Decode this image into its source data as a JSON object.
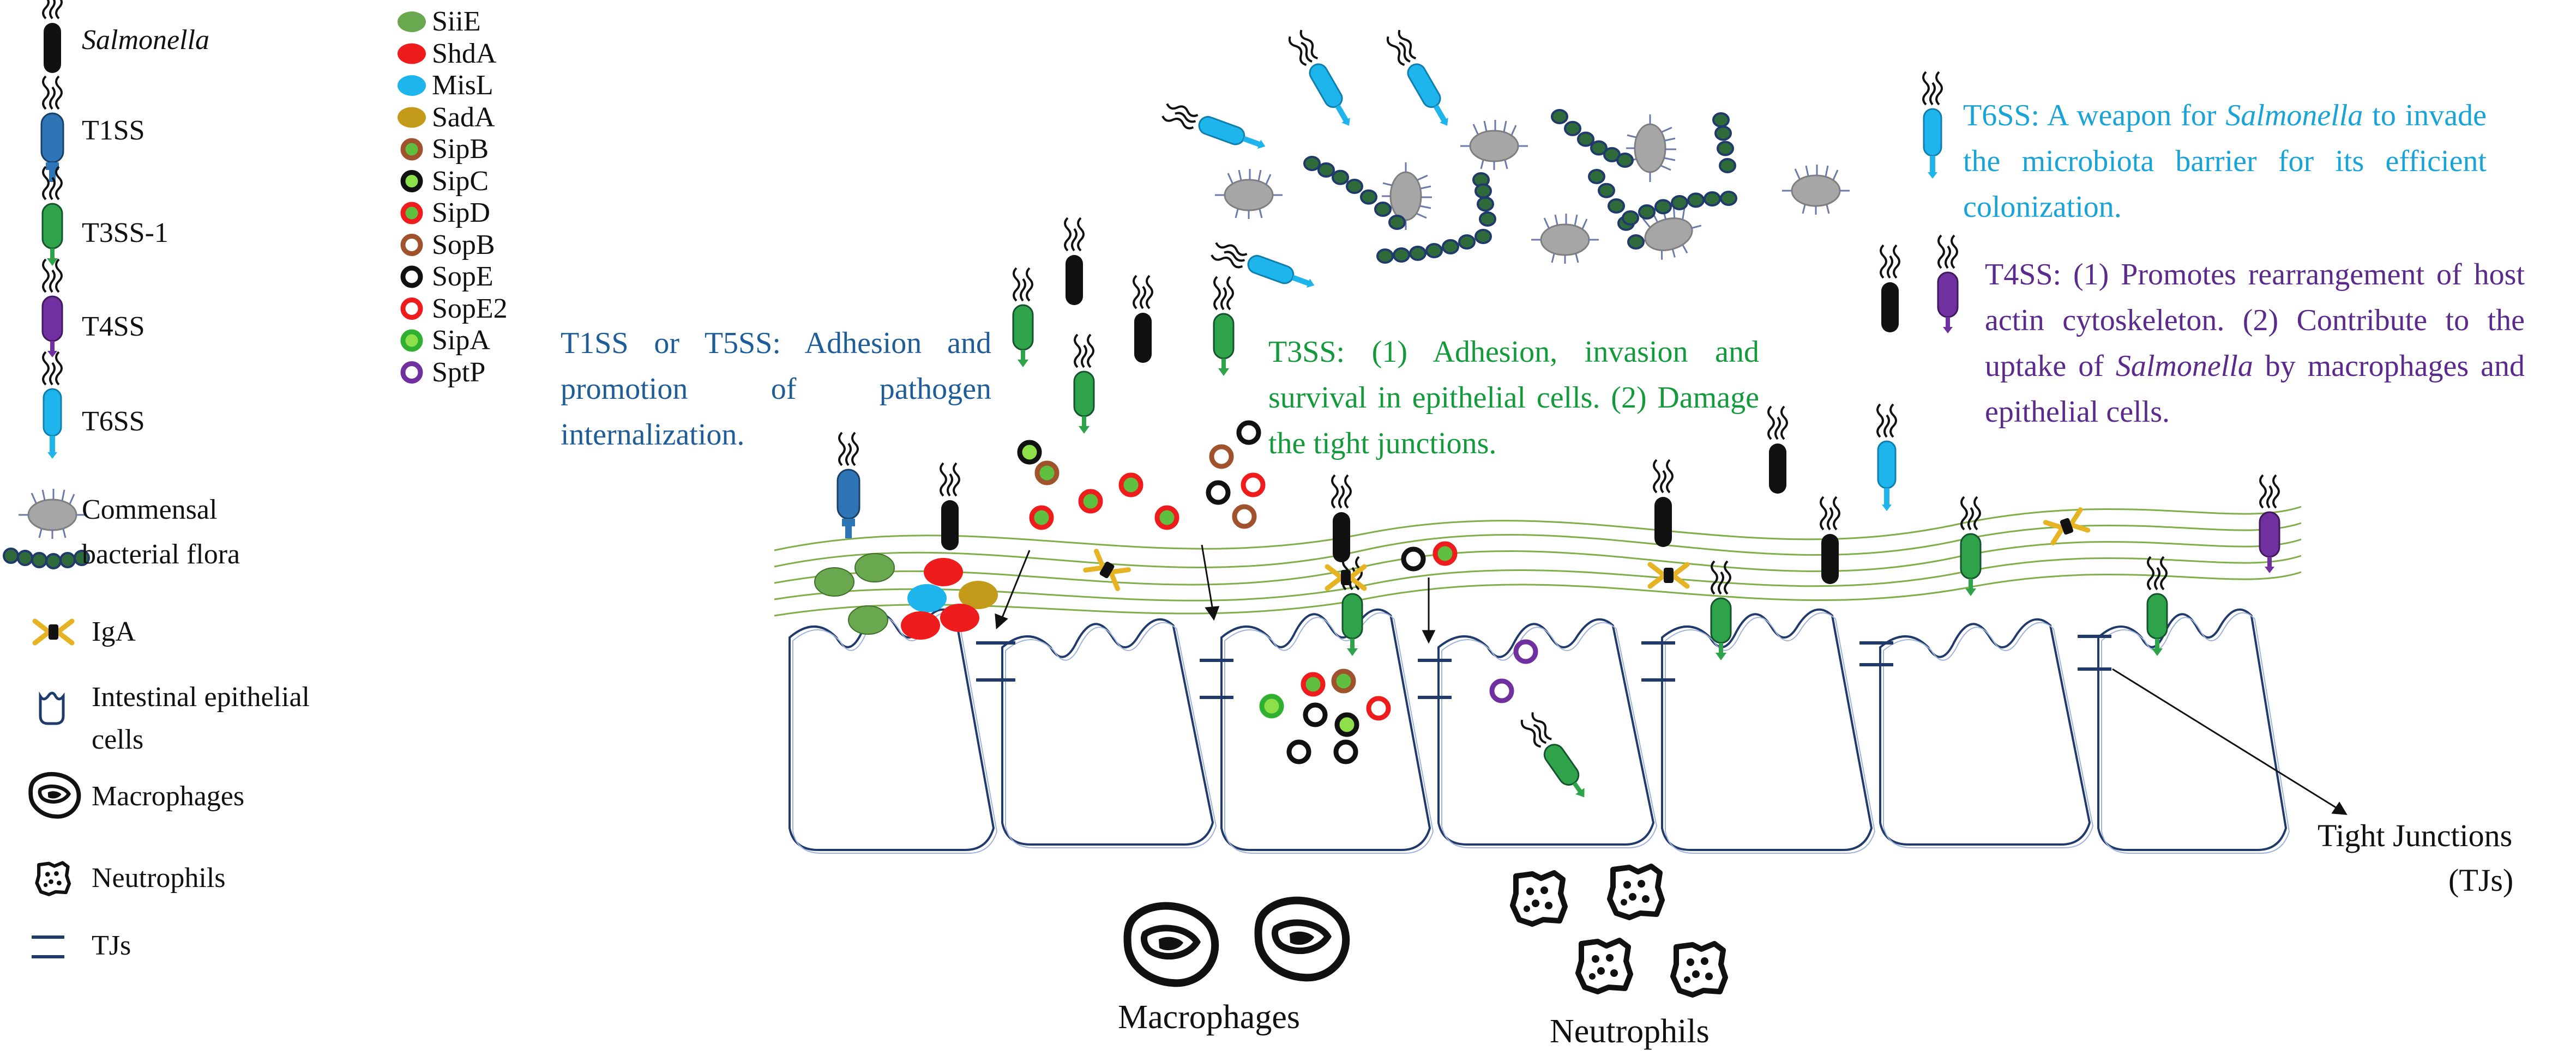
{
  "legend_left": {
    "salmonella": "Salmonella",
    "t1ss": "T1SS",
    "t3ss1": "T3SS-1",
    "t4ss": "T4SS",
    "t6ss": "T6SS",
    "commensal_1": "Commensal",
    "commensal_2": "bacterial flora",
    "iga": "IgA",
    "iec_1": "Intestinal epithelial",
    "iec_2": "cells",
    "macrophages": "Macrophages",
    "neutrophils": "Neutrophils",
    "tjs": "TJs"
  },
  "legend_proteins": [
    {
      "label": "SiiE",
      "color": "#6aa84f",
      "style": "solid"
    },
    {
      "label": "ShdA",
      "color": "#ee1c1c",
      "style": "solid"
    },
    {
      "label": "MisL",
      "color": "#1eb4ec",
      "style": "solid"
    },
    {
      "label": "SadA",
      "color": "#c49a1a",
      "style": "solid"
    },
    {
      "label": "SipB",
      "color": "#a0522d",
      "style": "ring",
      "inner": "#5fbf3f"
    },
    {
      "label": "SipC",
      "color": "#111111",
      "style": "ring",
      "inner": "#8ee04a"
    },
    {
      "label": "SipD",
      "color": "#ee1c1c",
      "style": "ring",
      "inner": "#5fbf3f"
    },
    {
      "label": "SopB",
      "color": "#a0522d",
      "style": "ring",
      "inner": "#ffffff"
    },
    {
      "label": "SopE",
      "color": "#111111",
      "style": "ring",
      "inner": "#ffffff"
    },
    {
      "label": "SopE2",
      "color": "#ee1c1c",
      "style": "ring",
      "inner": "#ffffff"
    },
    {
      "label": "SipA",
      "color": "#30b030",
      "style": "ring",
      "inner": "#8ee04a"
    },
    {
      "label": "SptP",
      "color": "#7030a0",
      "style": "ring",
      "inner": "#ffffff"
    }
  ],
  "annotations": {
    "t1ss_t5ss": "T1SS or T5SS: Adhesion and promotion of pathogen internalization.",
    "t3ss": "T3SS: (1) Adhesion, invasion and survival in epithelial cells. (2) Damage the tight junctions.",
    "t6ss_prefix": "T6SS: A weapon for ",
    "t6ss_italic": "Salmonella",
    "t6ss_suffix": " to invade the microbiota barrier for its efficient colonization.",
    "t4ss_prefix": "T4SS: (1) Promotes rearrangement of host actin cytoskeleton. (2) Contribute to the uptake of ",
    "t4ss_italic": "Salmonella",
    "t4ss_suffix": " by macrophages and epithelial cells."
  },
  "labels": {
    "tight_junctions_1": "Tight Junctions",
    "tight_junctions_2": "(TJs)",
    "macrophages": "Macrophages",
    "neutrophils": "Neutrophils"
  },
  "colors": {
    "t1ss": "#2e75b6",
    "t3ss": "#2ea34a",
    "t4ss": "#7030a0",
    "t6ss": "#1eb4ec",
    "commensal_grey": "#a6a6a6",
    "chain_green": "#2f6b3a",
    "chain_border": "#1f3a6b",
    "cell_outline": "#1f3a6b",
    "mucus": "#7fae4a",
    "iga": "#e6b325"
  }
}
